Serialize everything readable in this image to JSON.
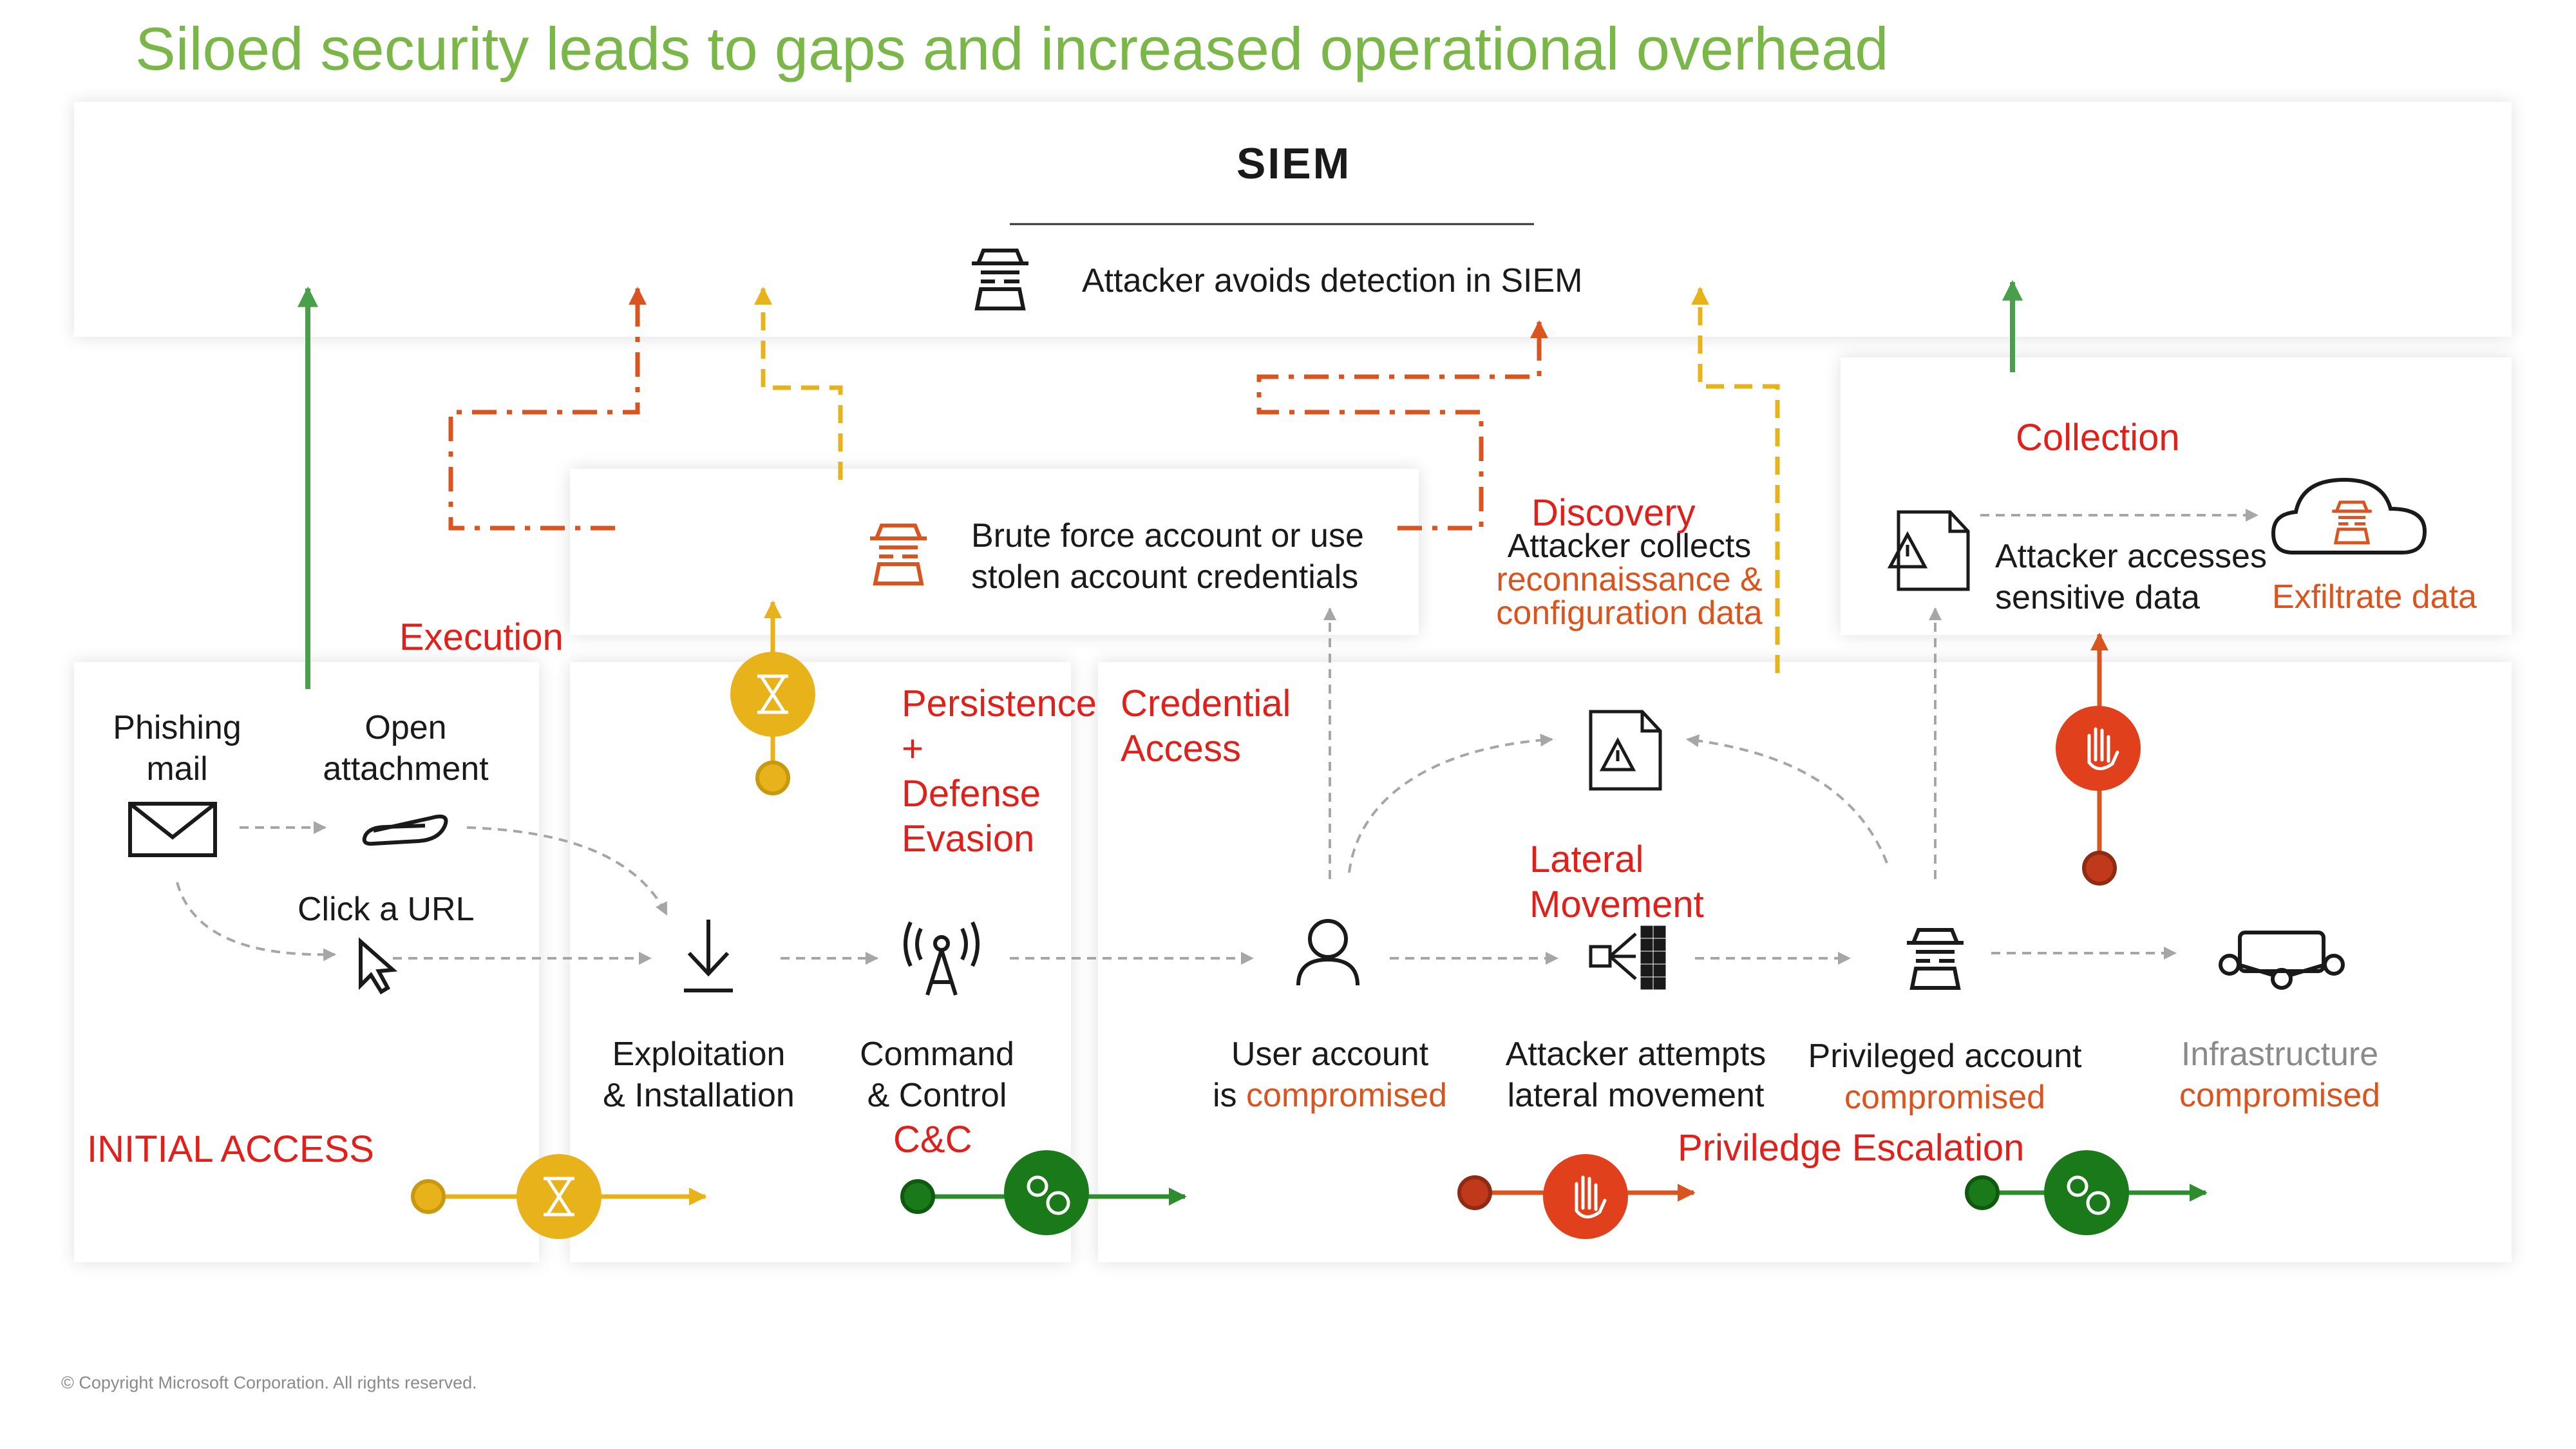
{
  "title": "Siloed security leads to gaps and increased operational overhead",
  "siem": {
    "title": "SIEM",
    "note": "Attacker avoids detection in SIEM"
  },
  "stages": {
    "initial_access": "INITIAL ACCESS",
    "execution": "Execution",
    "persistence": [
      "Persistence",
      "+",
      "Defense",
      "Evasion"
    ],
    "cnc": "C&C",
    "credential_access": [
      "Credential",
      "Access"
    ],
    "discovery": "Discovery",
    "lateral_movement": [
      "Lateral",
      "Movement"
    ],
    "privilege_escalation": "Priviledge Escalation",
    "collection": "Collection"
  },
  "nodes": {
    "phishing": [
      "Phishing",
      "mail"
    ],
    "attachment": [
      "Open",
      "attachment"
    ],
    "url": "Click a URL",
    "exploitation": [
      "Exploitation",
      "& Installation"
    ],
    "command": [
      "Command",
      "& Control"
    ],
    "user_account": [
      "User account",
      "is ",
      "compromised"
    ],
    "attacker_lateral": [
      "Attacker attempts",
      "lateral movement"
    ],
    "privileged": [
      "Privileged account",
      "compromised"
    ],
    "infrastructure": [
      "Infrastructure",
      "compromised"
    ],
    "brute_force": [
      "Brute force account or use",
      "stolen account credentials"
    ],
    "discovery_desc": [
      "Attacker collects",
      "reconnaissance &",
      "configuration data"
    ],
    "sensitive": [
      "Attacker accesses",
      "sensitive data"
    ],
    "exfiltrate": "Exfiltrate data"
  },
  "icons": [
    "spy-icon",
    "envelope-icon",
    "paperclip-icon",
    "cursor-icon",
    "download-icon",
    "antenna-icon",
    "user-icon",
    "network-icon",
    "document-warning-icon",
    "cloud-spy-icon",
    "server-icon",
    "hourglass-icon",
    "gears-icon",
    "hand-icon"
  ],
  "colors": {
    "title": "#7ab648",
    "stage": "#e0201b",
    "orange": "#d9541f",
    "yellow": "#e8b21a",
    "green": "#2e8b2e",
    "dark_green": "#1a7a1a",
    "arrow_gray": "#a6a6a6",
    "up_green": "#4aa04a"
  },
  "copyright": "© Copyright Microsoft Corporation. All rights reserved."
}
